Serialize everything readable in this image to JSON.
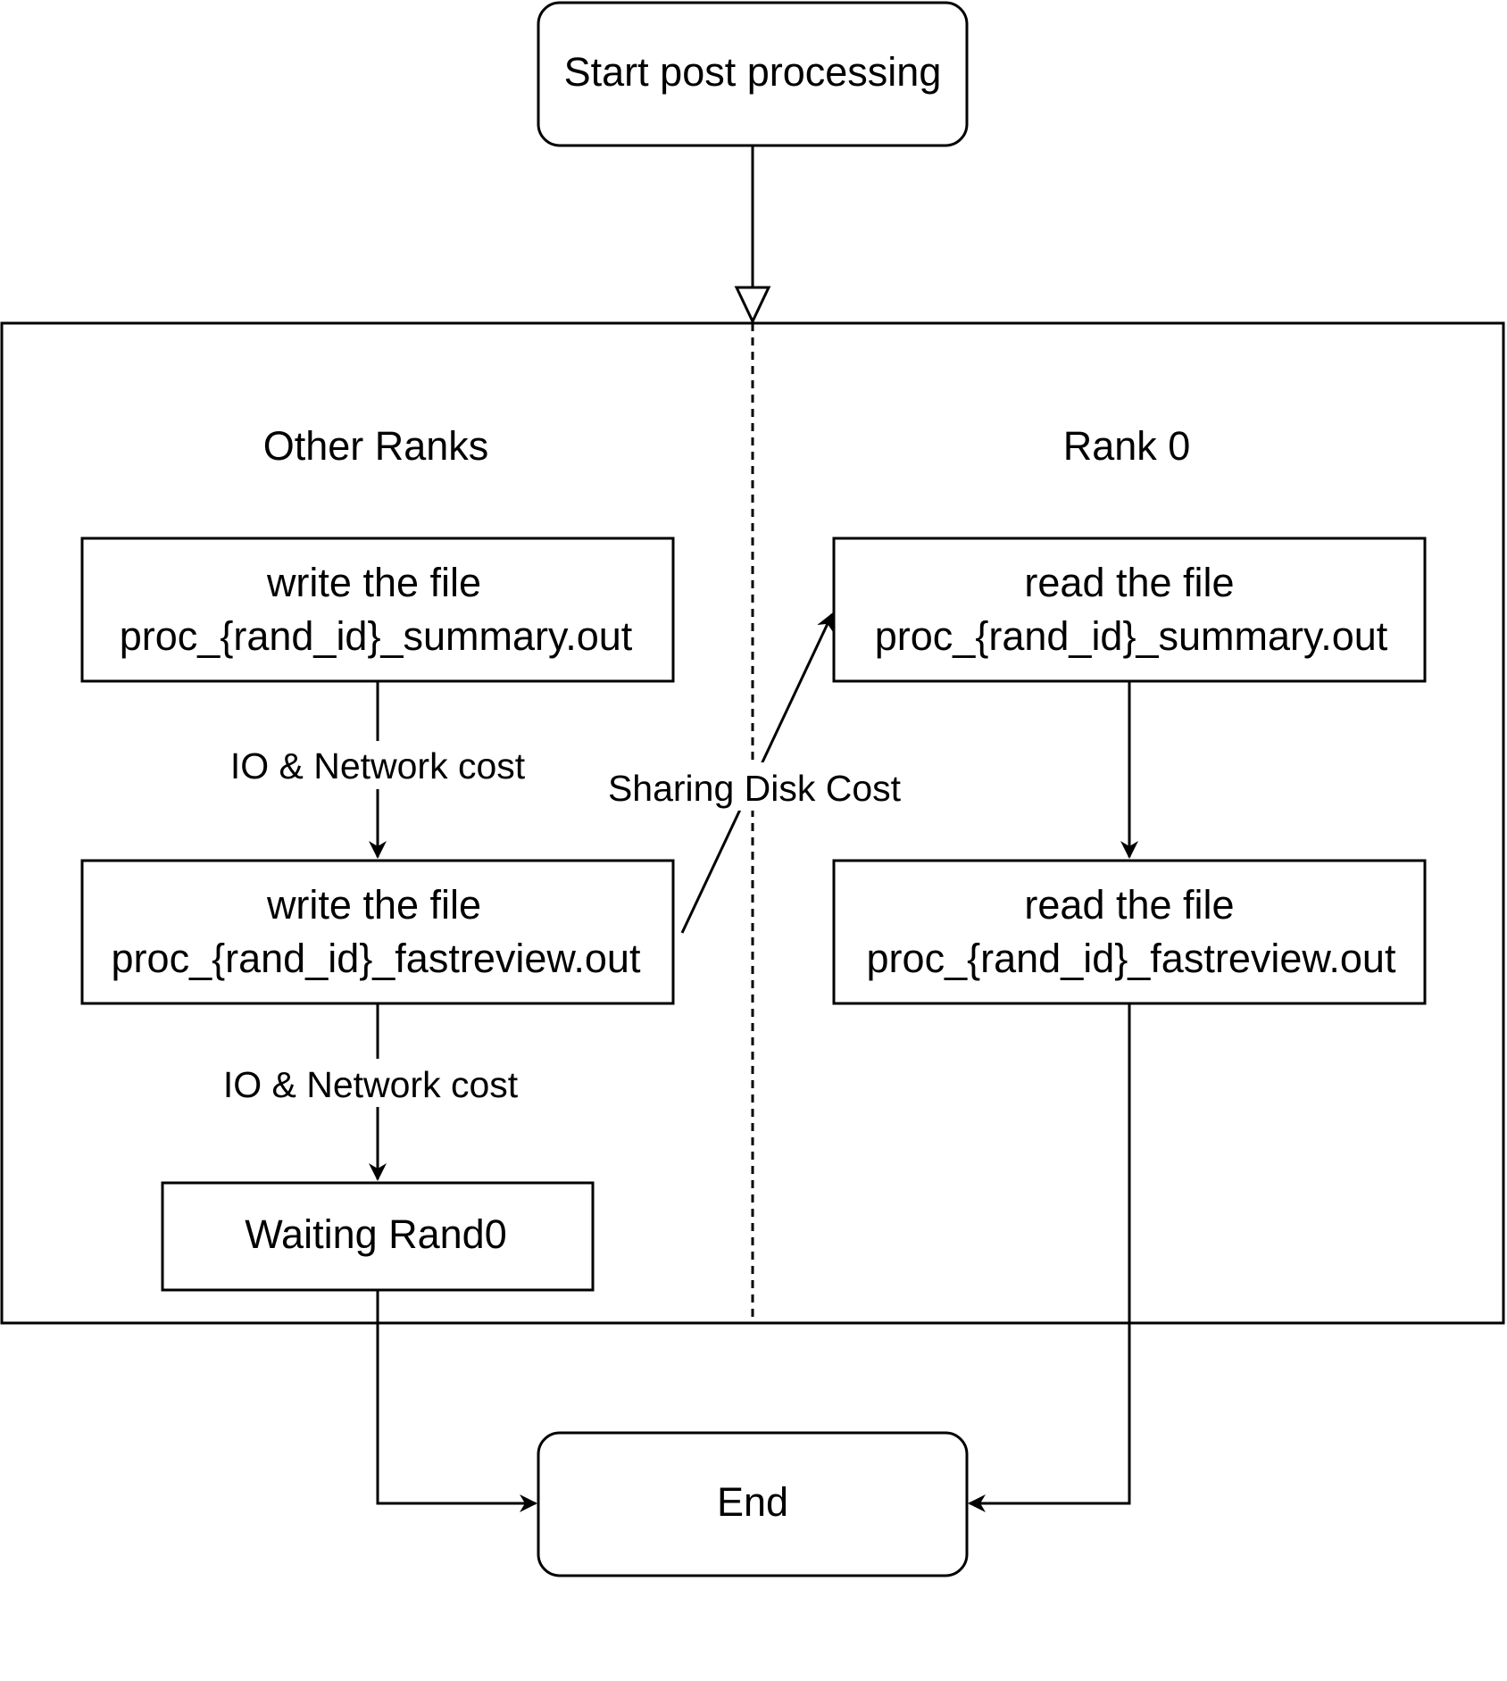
{
  "nodes": {
    "start": "Start post processing",
    "end": "End",
    "other_write_summary": [
      "write the file",
      "proc_{rand_id}_summary.out"
    ],
    "other_write_fastreview": [
      "write the file",
      "proc_{rand_id}_fastreview.out"
    ],
    "other_waiting": "Waiting Rand0",
    "rank0_read_summary": [
      "read the file",
      "proc_{rand_id}_summary.out"
    ],
    "rank0_read_fastreview": [
      "read the file",
      "proc_{rand_id}_fastreview.out"
    ]
  },
  "lanes": {
    "left": "Other Ranks",
    "right": "Rank 0"
  },
  "edge_labels": {
    "io_network_1": "IO & Network cost",
    "io_network_2": "IO & Network cost",
    "sharing_disk": "Sharing Disk Cost"
  },
  "colors": {
    "stroke": "#000000",
    "background": "#ffffff"
  }
}
